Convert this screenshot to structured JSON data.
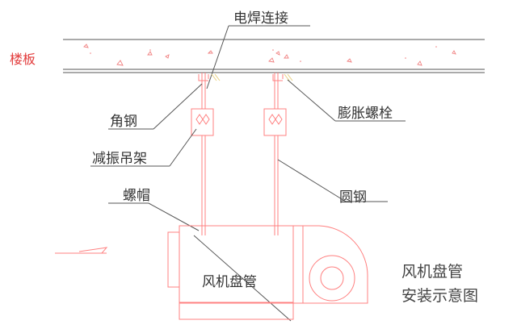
{
  "labels": {
    "weld": "电焊连接",
    "floor": "楼板",
    "angle_steel": "角钢",
    "anchor_bolt": "膨胀螺栓",
    "hanger": "减振吊架",
    "nut": "螺帽",
    "round_steel": "圆钢",
    "unit": "风机盘管"
  },
  "title": {
    "line1": "风机盘管",
    "line2": "安装示意图"
  },
  "colors": {
    "leader": "#555555",
    "structure": "#ff8080",
    "outline": "#888888",
    "accent": "#e23b3b"
  }
}
